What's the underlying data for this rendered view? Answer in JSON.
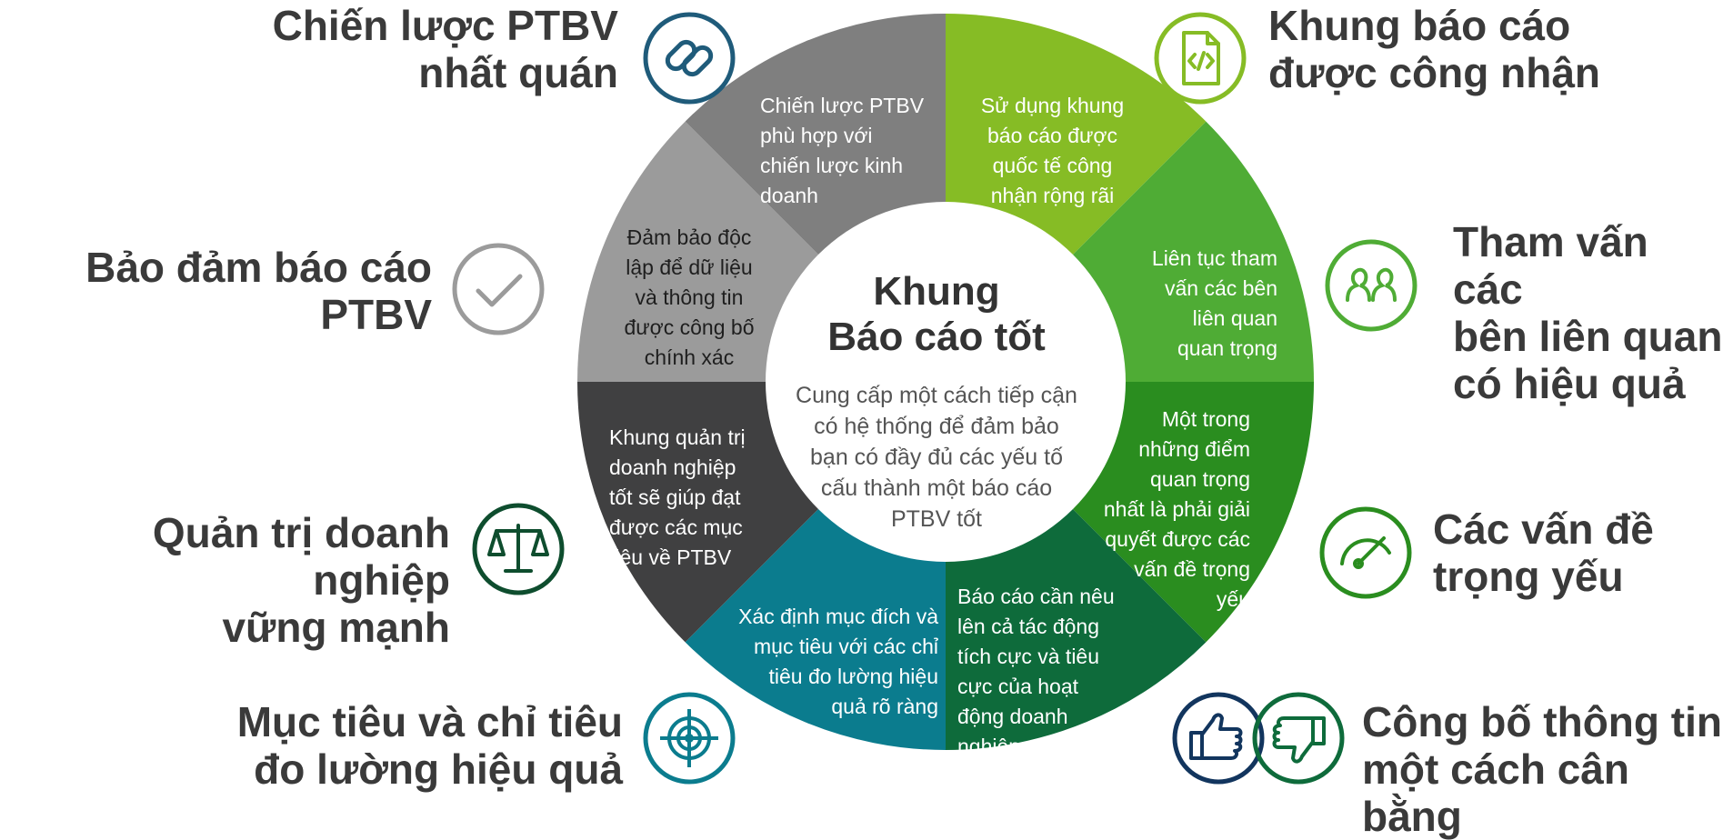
{
  "colors": {
    "heading": "#3a3a3a",
    "segment_strategy": "#7f7f7f",
    "segment_assurance": "#9b9b9b",
    "segment_governance": "#404041",
    "segment_targets": "#0b7c8e",
    "segment_disclosure": "#0e6b3b",
    "segment_material": "#2a8d1f",
    "segment_stakeholders": "#4fac35",
    "segment_framework": "#86bc25"
  },
  "center": {
    "title_line1": "Khung",
    "title_line2": "Báo cáo tốt",
    "description": "Cung cấp một cách tiếp cận\ncó hệ thống để đảm bảo\nbạn có đầy đủ các yếu tố\ncấu thành một báo cáo\nPTBV tốt"
  },
  "headings": {
    "strategy": {
      "line1": "Chiến lược PTBV",
      "line2": "nhất quán",
      "icon": "link-icon"
    },
    "assurance": {
      "line1": "Bảo đảm báo cáo",
      "line2": "PTBV",
      "icon": "checkmark-icon"
    },
    "governance": {
      "line1": "Quản trị doanh nghiệp",
      "line2": "vững mạnh",
      "icon": "scales-icon"
    },
    "targets": {
      "line1": "Mục tiêu và chỉ tiêu",
      "line2": "đo lường hiệu quả",
      "icon": "target-icon"
    },
    "framework": {
      "line1": "Khung báo cáo",
      "line2": "được công nhận",
      "icon": "document-code-icon"
    },
    "stakeholders": {
      "line1": "Tham vấn các",
      "line2": "bên liên quan",
      "line3": "có hiệu quả",
      "icon": "people-icon"
    },
    "material": {
      "line1": "Các vấn đề",
      "line2": "trọng yếu",
      "icon": "gauge-icon"
    },
    "disclosure": {
      "line1": "Công bố thông tin",
      "line2": "một cách cân bằng",
      "icon": "thumbs-up-down-icon"
    }
  },
  "segments": {
    "strategy": "Chiến lược PTBV\nphù hợp với\nchiến lược kinh\ndoanh",
    "assurance": "Đảm bảo độc\nlập để dữ liệu\nvà thông tin\nđược công bố\nchính xác",
    "governance": "Khung quản trị\ndoanh nghiệp\ntốt sẽ giúp đạt\nđược các mục\ntiêu về PTBV",
    "targets": "Xác định mục đích và\nmục tiêu với các chỉ\ntiêu đo lường hiệu\nquả rõ ràng",
    "disclosure": "Báo cáo cần nêu\nlên cả tác động\ntích cực và tiêu\ncực của hoạt\nđộng doanh\nnghiệp",
    "material": "Một trong\nnhững điểm\nquan trọng\nnhất là phải giải\nquyết được các\nvấn đề trọng\nyếu",
    "stakeholders": "Liên tục tham\nvấn các bên\nliên quan\nquan trọng",
    "framework": "Sử dụng khung\nbáo cáo được\nquốc tế công\nnhận rộng rãi"
  }
}
